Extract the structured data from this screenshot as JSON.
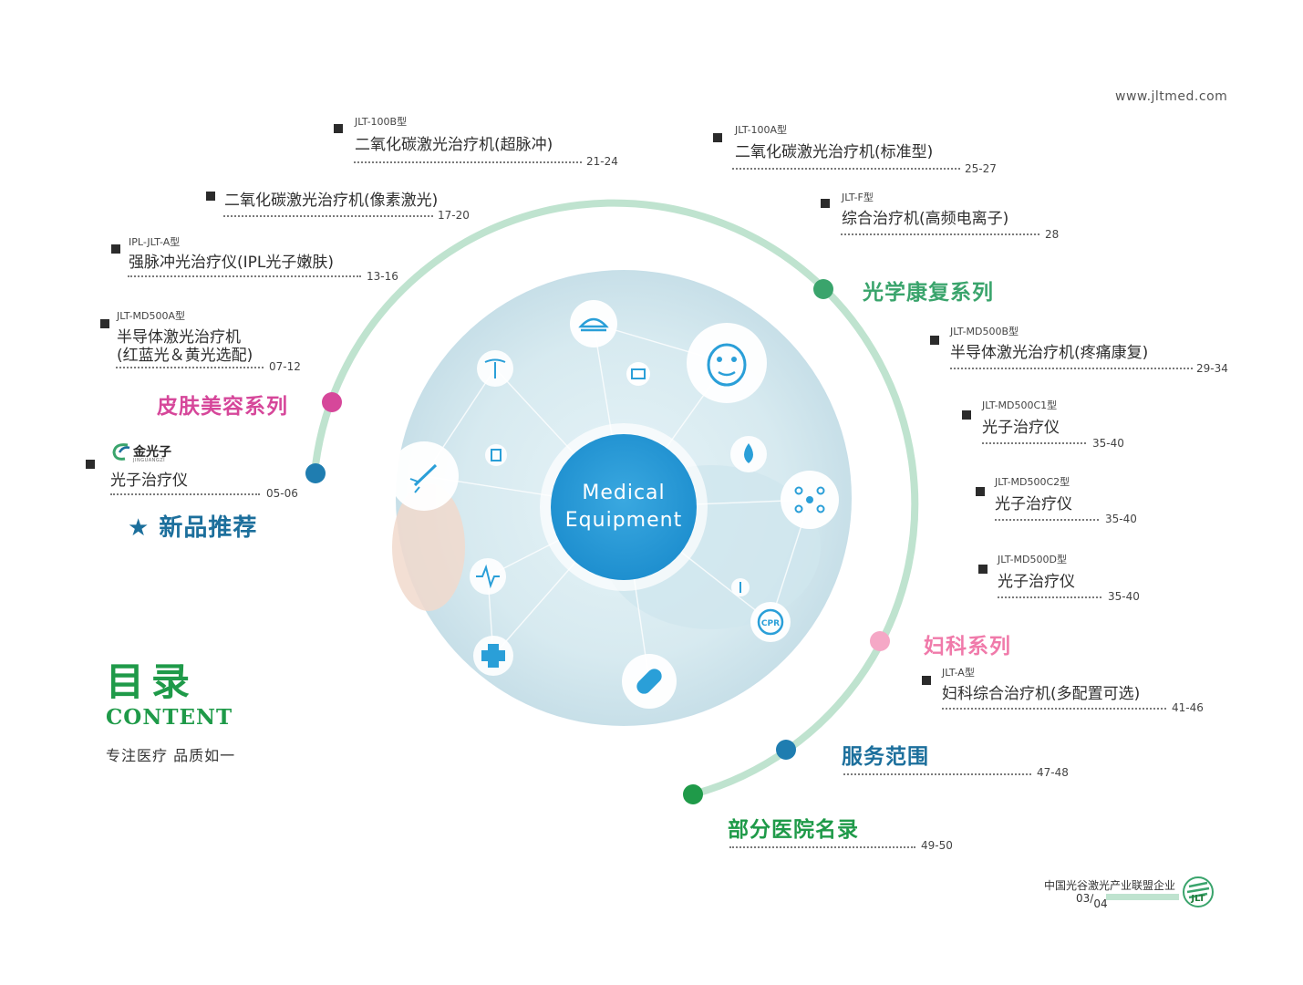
{
  "website": "www.jltmed.com",
  "center": {
    "line1": "Medical",
    "line2": "Equipment"
  },
  "toc": {
    "title_cn": "目录",
    "title_en": "CONTENT",
    "slogan": "专注医疗  品质如一"
  },
  "categories": {
    "new": {
      "label": "新品推荐",
      "star": "★",
      "color": "#1c6f9c"
    },
    "skin": {
      "label": "皮肤美容系列",
      "color": "#d6479a"
    },
    "optical": {
      "label": "光学康复系列",
      "color": "#3aa46c"
    },
    "gyne": {
      "label": "妇科系列",
      "color": "#f07aaa"
    },
    "service": {
      "label": "服务范围",
      "pages": "47-48",
      "color": "#1f7db0"
    },
    "hospitals": {
      "label": "部分医院名录",
      "pages": "49-50",
      "color": "#1f9a49"
    }
  },
  "items": {
    "new_brand": {
      "brand": "金光子",
      "brand_sub": "JINGUANGZI",
      "name": "光子治疗仪",
      "pages": "05-06"
    },
    "md500a": {
      "model": "JLT-MD500A型",
      "name1": "半导体激光治疗机",
      "name2": "(红蓝光＆黄光选配)",
      "pages": "07-12"
    },
    "ipl": {
      "model": "IPL-JLT-A型",
      "name": "强脉冲光治疗仪(IPL光子嫩肤)",
      "pages": "13-16"
    },
    "co2_pixel": {
      "name": "二氧化碳激光治疗机(像素激光)",
      "pages": "17-20"
    },
    "jlt100b": {
      "model": "JLT-100B型",
      "name": "二氧化碳激光治疗机(超脉冲)",
      "pages": "21-24"
    },
    "jlt100a": {
      "model": "JLT-100A型",
      "name": "二氧化碳激光治疗机(标准型)",
      "pages": "25-27"
    },
    "jltf": {
      "model": "JLT-F型",
      "name": "综合治疗机(高频电离子)",
      "pages": "28"
    },
    "md500b": {
      "model": "JLT-MD500B型",
      "name": "半导体激光治疗机(疼痛康复)",
      "pages": "29-34"
    },
    "md500c1": {
      "model": "JLT-MD500C1型",
      "name": "光子治疗仪",
      "pages": "35-40"
    },
    "md500c2": {
      "model": "JLT-MD500C2型",
      "name": "光子治疗仪",
      "pages": "35-40"
    },
    "md500d": {
      "model": "JLT-MD500D型",
      "name": "光子治疗仪",
      "pages": "35-40"
    },
    "jlta": {
      "model": "JLT-A型",
      "name": "妇科综合治疗机(多配置可选)",
      "pages": "41-46"
    }
  },
  "footer": {
    "alliance": "中国光谷激光产业联盟企业",
    "page_a": "03",
    "page_b": "04",
    "logo_text": "JLT"
  },
  "icons": [
    "nurse-cap-icon",
    "medical-kit-icon",
    "face-mask-icon",
    "uterus-icon",
    "pill-bottle-icon",
    "water-drop-icon",
    "laser-icon",
    "molecule-icon",
    "heartbeat-icon",
    "stethoscope-icon",
    "cpr-icon",
    "cross-icon",
    "capsule-icon"
  ]
}
